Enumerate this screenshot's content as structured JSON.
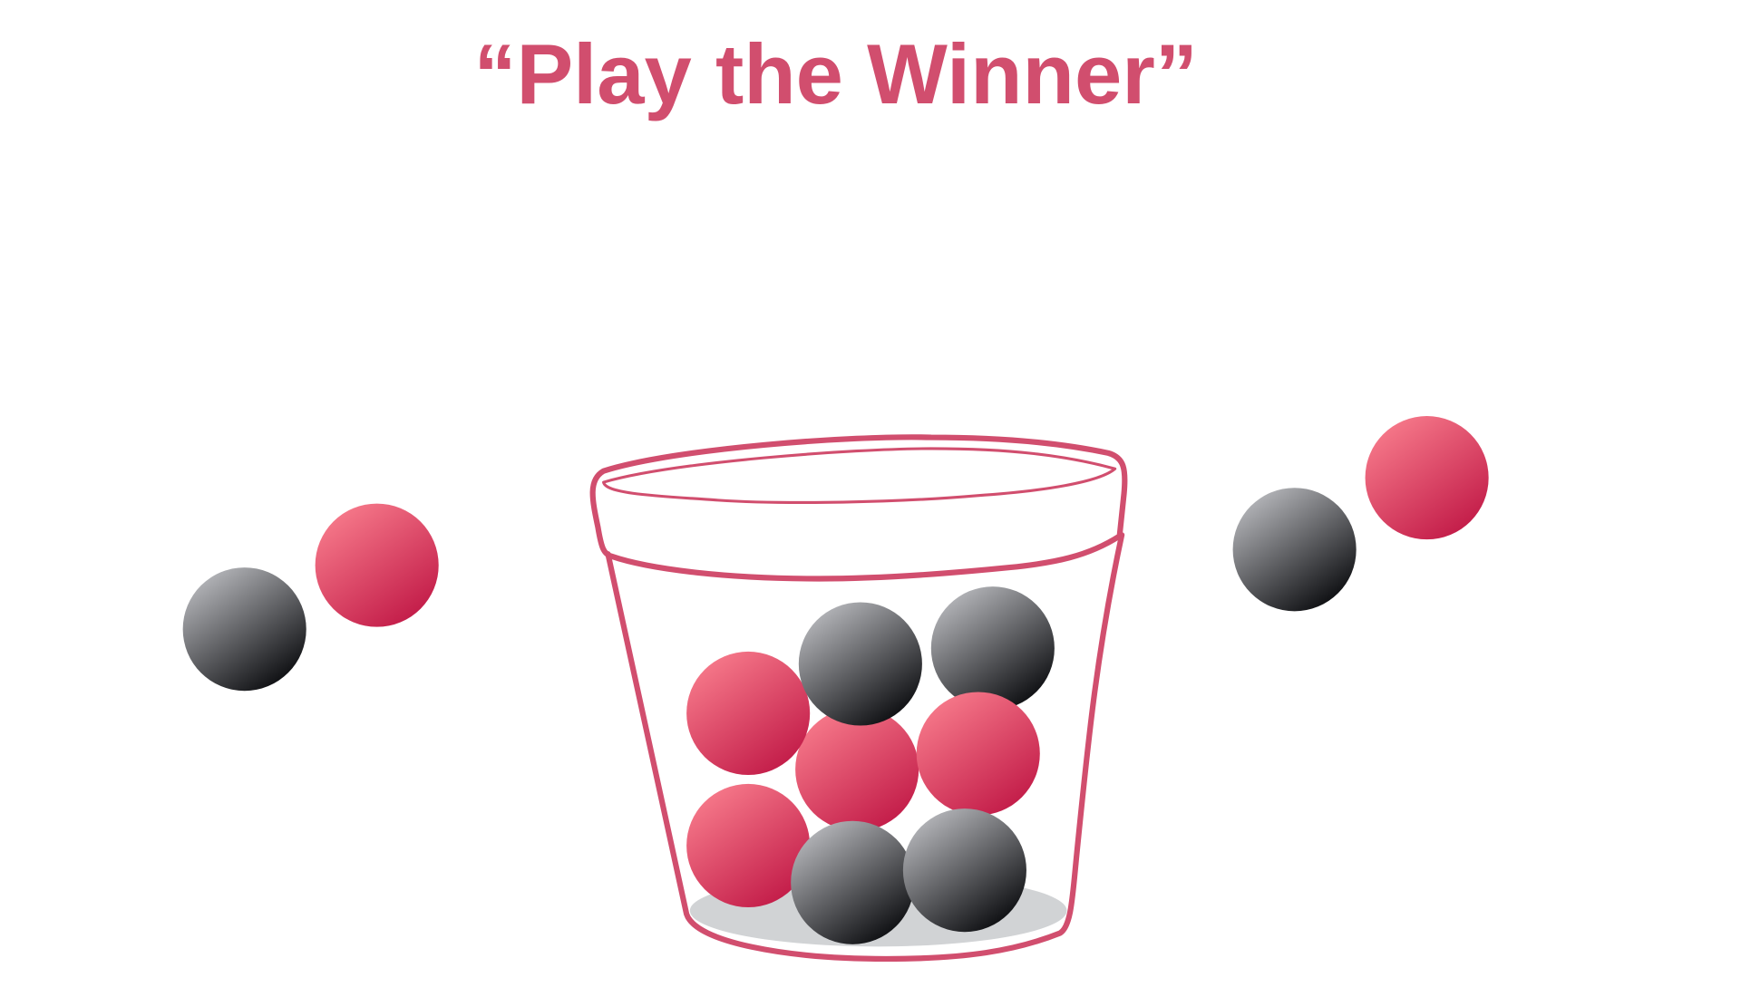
{
  "title": "“Play the Winner”",
  "colors": {
    "accent": "#d14e6e",
    "red_ball_light": "#f47587",
    "red_ball_dark": "#c21b48",
    "gray_ball_light": "#aeafb3",
    "gray_ball_dark": "#0b0c0f",
    "cup_shadow": "#d1d3d5"
  },
  "balls": {
    "outside_left": [
      "gray",
      "red"
    ],
    "outside_right": [
      "gray",
      "red"
    ],
    "in_cup": [
      "red",
      "red",
      "gray",
      "gray",
      "red",
      "red",
      "gray",
      "gray"
    ]
  }
}
